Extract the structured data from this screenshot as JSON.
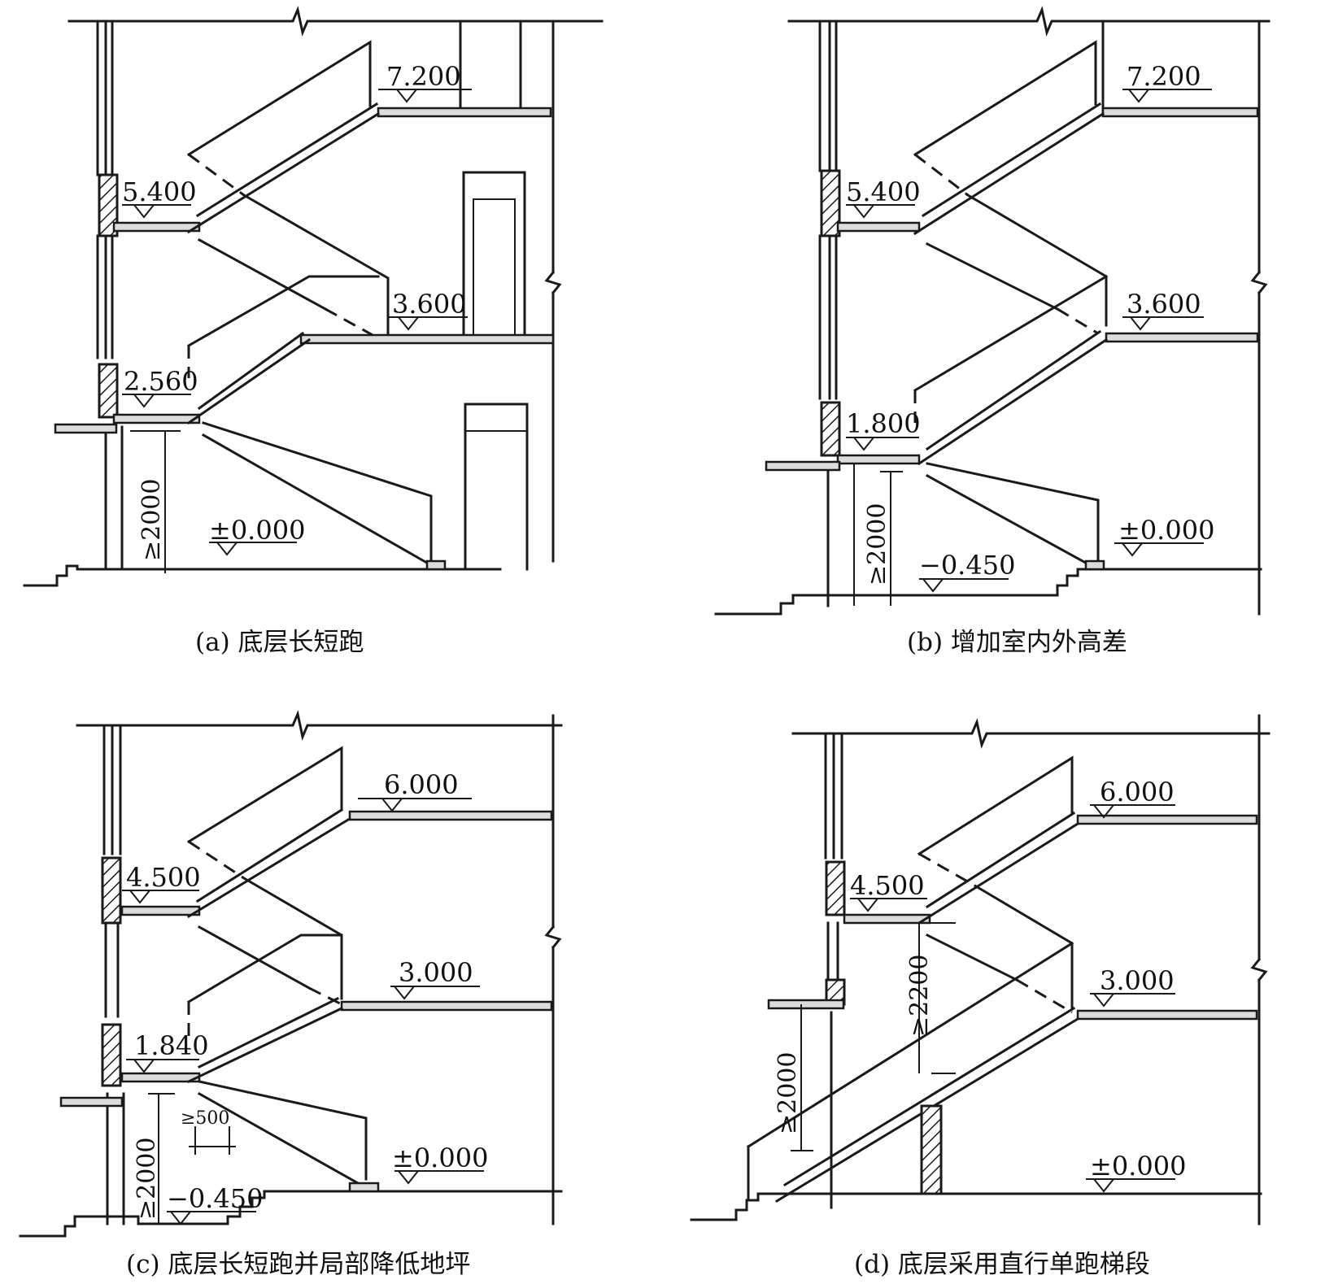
{
  "panels": {
    "a": {
      "caption": "(a) 底层长短跑",
      "levels": [
        "7.200",
        "5.400",
        "3.600",
        "2.560",
        "±0.000"
      ],
      "dimension": "≥2000"
    },
    "b": {
      "caption": "(b) 增加室内外高差",
      "levels": [
        "7.200",
        "5.400",
        "3.600",
        "1.800",
        "±0.000",
        "−0.450"
      ],
      "dimension": "≥2000"
    },
    "c": {
      "caption": "(c) 底层长短跑并局部降低地坪",
      "levels": [
        "6.000",
        "4.500",
        "3.000",
        "1.840",
        "±0.000",
        "−0.450"
      ],
      "dimension": "≥2000",
      "dimension_small": "≥500"
    },
    "d": {
      "caption": "(d) 底层采用直行单跑梯段",
      "levels": [
        "6.000",
        "4.500",
        "3.000",
        "±0.000"
      ],
      "dimension": "≥2000",
      "dimension_2": "≥2200"
    }
  }
}
